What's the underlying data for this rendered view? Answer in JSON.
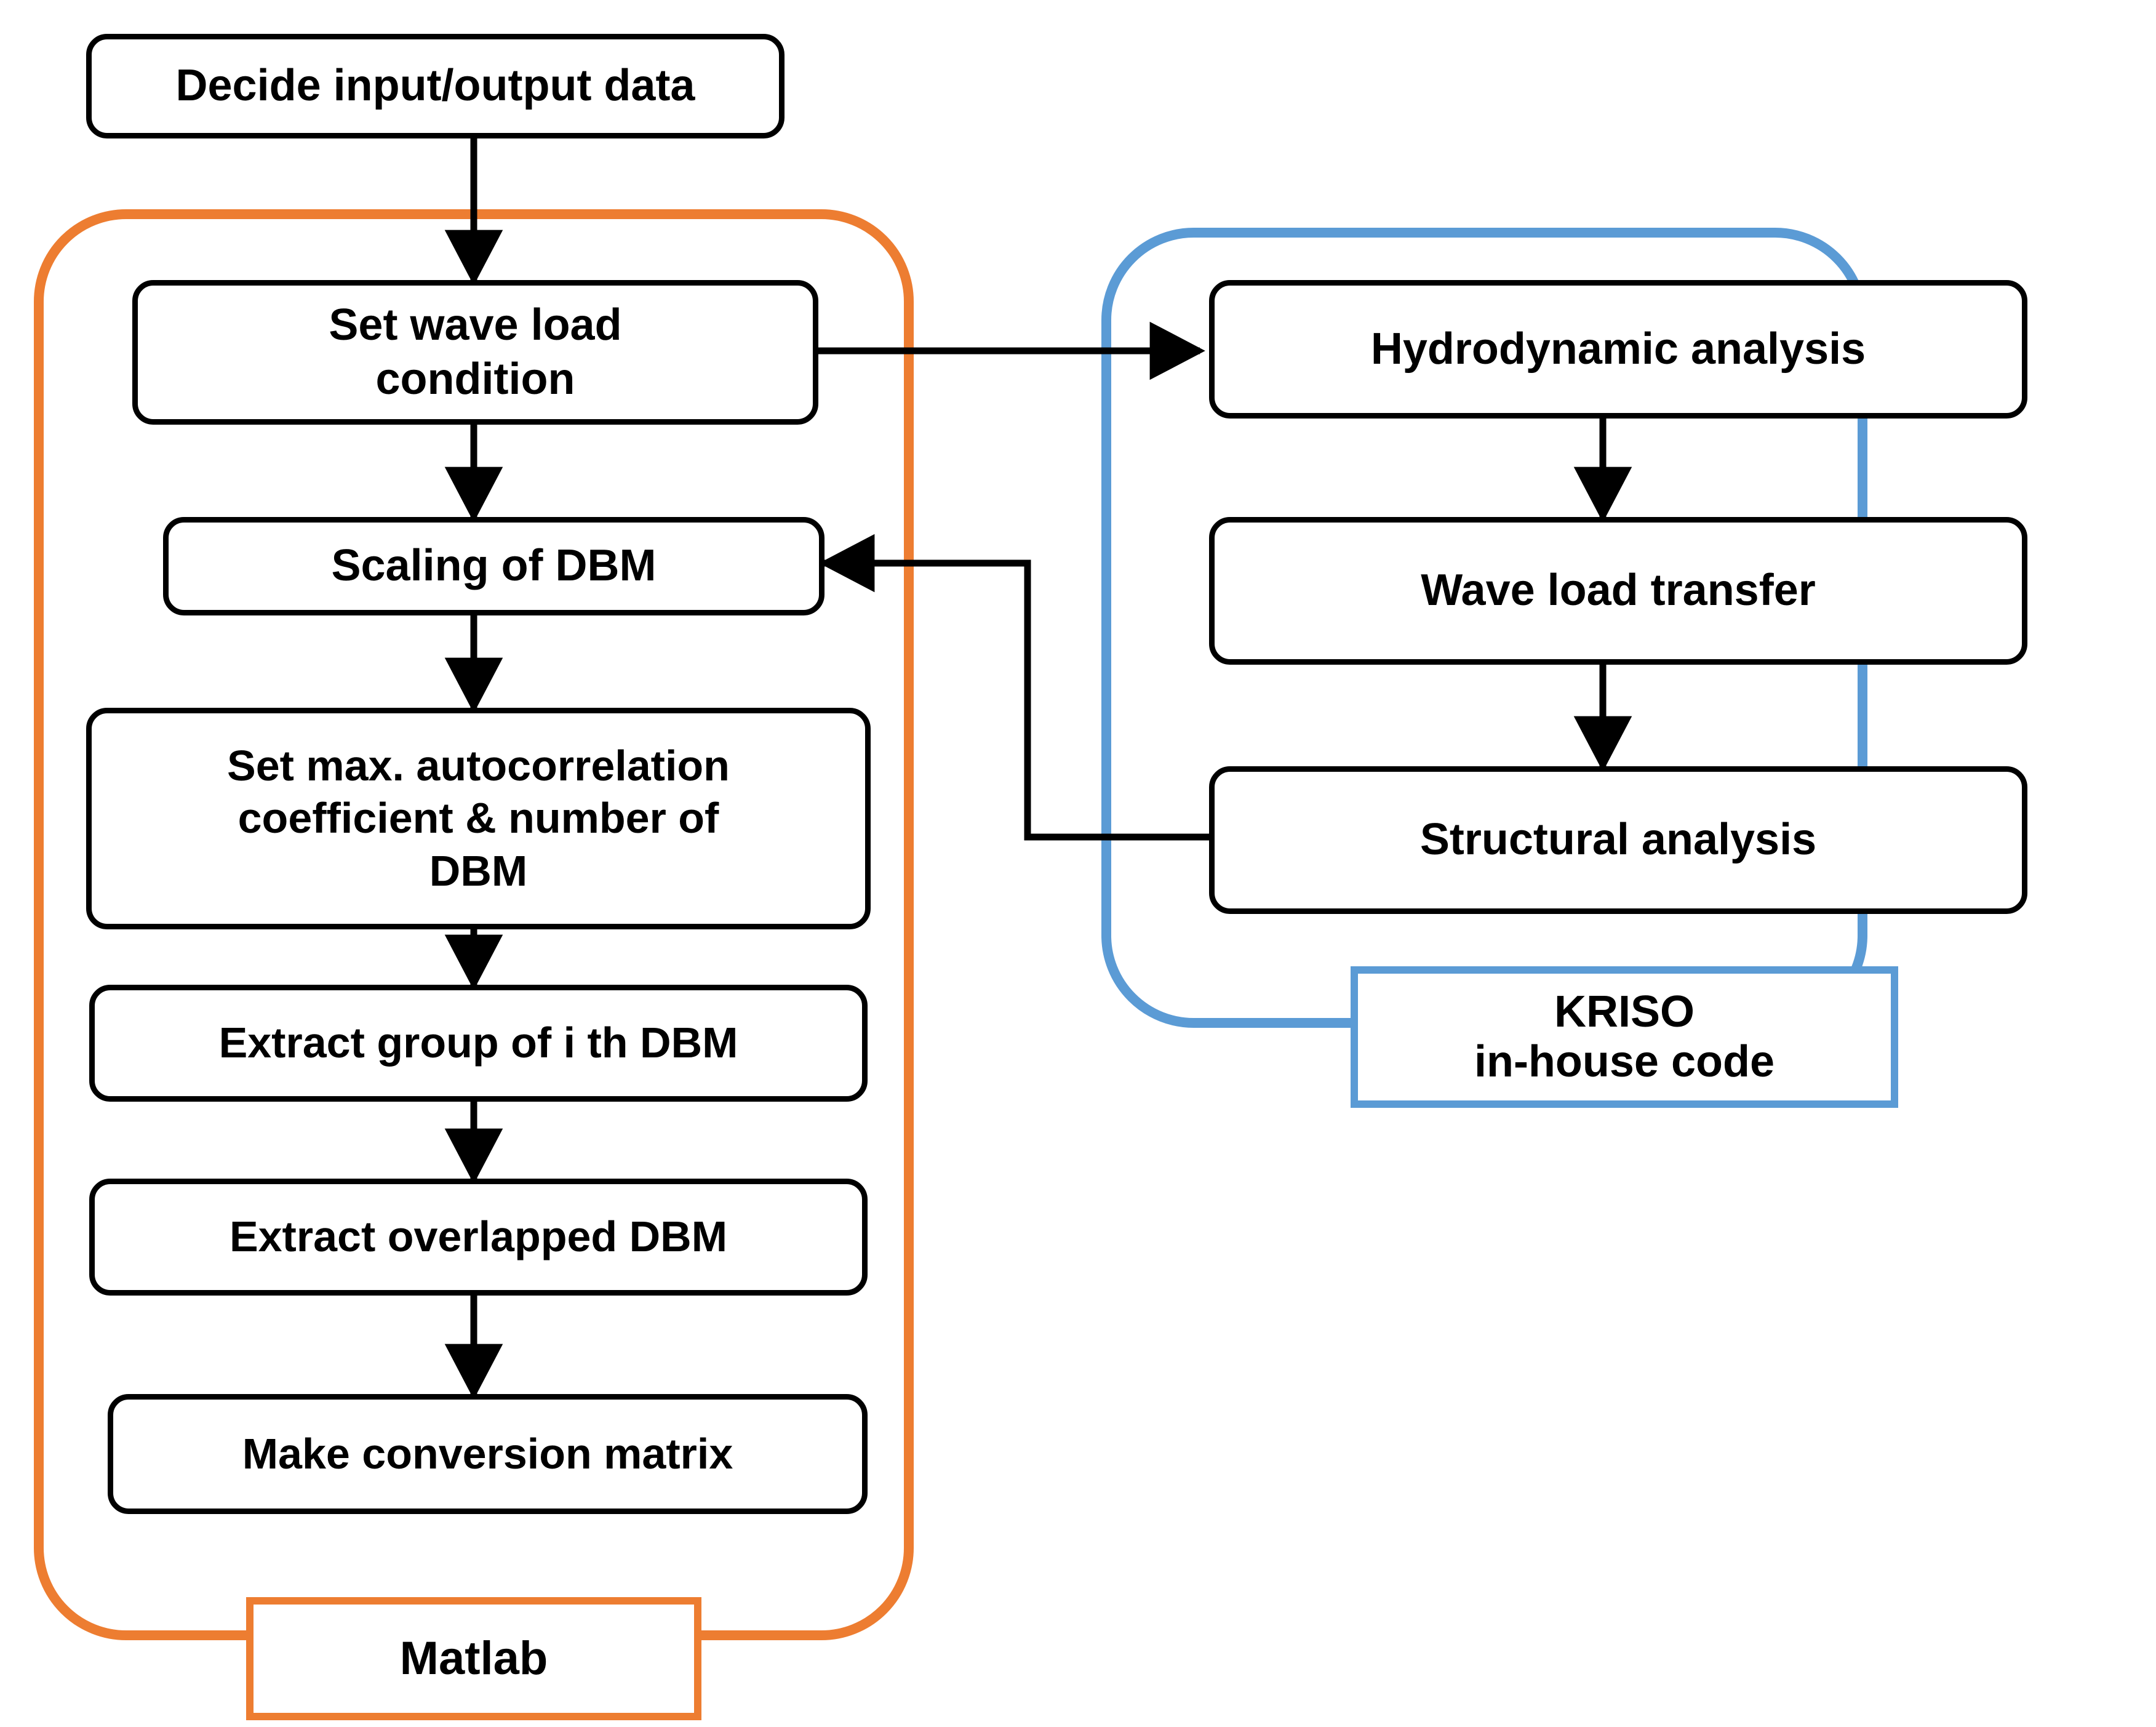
{
  "diagram": {
    "title": "Wave load / DBM analysis procedure flowchart",
    "background": "#ffffff",
    "colors": {
      "matlab_group": "#ED7D31",
      "kriso_group": "#5B9BD5",
      "node_border": "#000000",
      "node_fill": "#ffffff",
      "arrow": "#000000"
    }
  },
  "nodes": {
    "decide_io": "Decide input/output data",
    "set_wave_load": "Set wave load\ncondition",
    "scaling_dbm": "Scaling of DBM",
    "set_max_autocorr": "Set max. autocorrelation\ncoefficient & number of\nDBM",
    "extract_group": "Extract group of i th DBM",
    "extract_overlapped": "Extract overlapped DBM",
    "make_conversion": "Make conversion matrix",
    "hydrodynamic": "Hydrodynamic analysis",
    "wave_load_transfer": "Wave load transfer",
    "structural": "Structural analysis"
  },
  "groups": {
    "matlab_label": "Matlab",
    "kriso_label": "KRISO\nin-house code"
  },
  "edges": [
    {
      "from": "decide_io",
      "to": "set_wave_load",
      "kind": "down-arrow"
    },
    {
      "from": "set_wave_load",
      "to": "scaling_dbm",
      "kind": "down-arrow"
    },
    {
      "from": "set_wave_load",
      "to": "hydrodynamic",
      "kind": "right-arrow"
    },
    {
      "from": "scaling_dbm",
      "to": "set_max_autocorr",
      "kind": "down-arrow"
    },
    {
      "from": "set_max_autocorr",
      "to": "extract_group",
      "kind": "down-arrow"
    },
    {
      "from": "extract_group",
      "to": "extract_overlapped",
      "kind": "down-arrow"
    },
    {
      "from": "extract_overlapped",
      "to": "make_conversion",
      "kind": "down-arrow"
    },
    {
      "from": "hydrodynamic",
      "to": "wave_load_transfer",
      "kind": "down-arrow"
    },
    {
      "from": "wave_load_transfer",
      "to": "structural",
      "kind": "down-arrow"
    },
    {
      "from": "structural",
      "to": "scaling_dbm",
      "kind": "feedback-left-arrow"
    }
  ]
}
